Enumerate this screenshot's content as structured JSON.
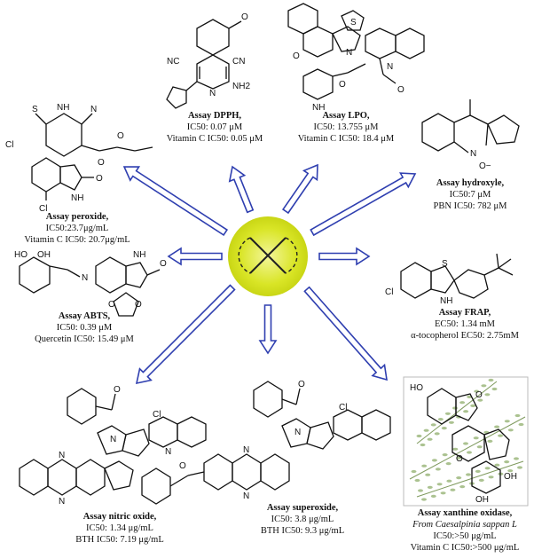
{
  "assays": [
    {
      "id": "dpph",
      "title": "Assay DPPH,",
      "lines": [
        "IC50: 0.07 μM",
        "Vitamin C IC50: 0.05 μM"
      ]
    },
    {
      "id": "lpo",
      "title": "Assay LPO,",
      "lines": [
        "IC50: 13.755 μM",
        "Vitamin C IC50: 18.4 μM"
      ]
    },
    {
      "id": "peroxide",
      "title": "Assay peroxide,",
      "lines": [
        "IC50:23.7μg/mL",
        "Vitamin C IC50: 20.7μg/mL"
      ]
    },
    {
      "id": "hydroxyle",
      "title": "Assay hydroxyle,",
      "lines": [
        "IC50:7 μM",
        "PBN IC50: 782 μM"
      ]
    },
    {
      "id": "abts",
      "title": "Assay ABTS,",
      "lines": [
        "IC50: 0.39 μM",
        "Quercetin IC50: 15.49 μM"
      ]
    },
    {
      "id": "frap",
      "title": "Assay FRAP,",
      "lines": [
        "EC50: 1.34 mM",
        "α-tocopherol EC50: 2.75mM"
      ]
    },
    {
      "id": "no",
      "title": "Assay nitric oxide,",
      "lines": [
        "IC50: 1.34 μg/mL",
        "BTH IC50: 7.19 μg/mL"
      ]
    },
    {
      "id": "superoxide",
      "title": "Assay superoxide,",
      "lines": [
        "IC50: 3.8 μg/mL",
        "BTH IC50: 9.3 μg/mL"
      ]
    },
    {
      "id": "xo",
      "title": "Assay xanthine oxidase,",
      "lines": [
        "From Caesalpinia sappan L",
        "IC50:>50 μg/mL",
        "Vitamin C IC50:>500 μg/mL"
      ]
    }
  ],
  "atoms": {
    "o": "O",
    "nc": "NC",
    "cn": "CN",
    "n": "N",
    "nh2": "NH2",
    "s": "S",
    "nh": "NH",
    "ho": "HO",
    "cl": "Cl",
    "oh": "OH",
    "np": "N",
    "om": "O−"
  },
  "colors": {
    "sun": "#d6e21f",
    "sun_core": "#eef27a",
    "arrow": "#2f3fb0",
    "leaf": "#8fae6b"
  }
}
